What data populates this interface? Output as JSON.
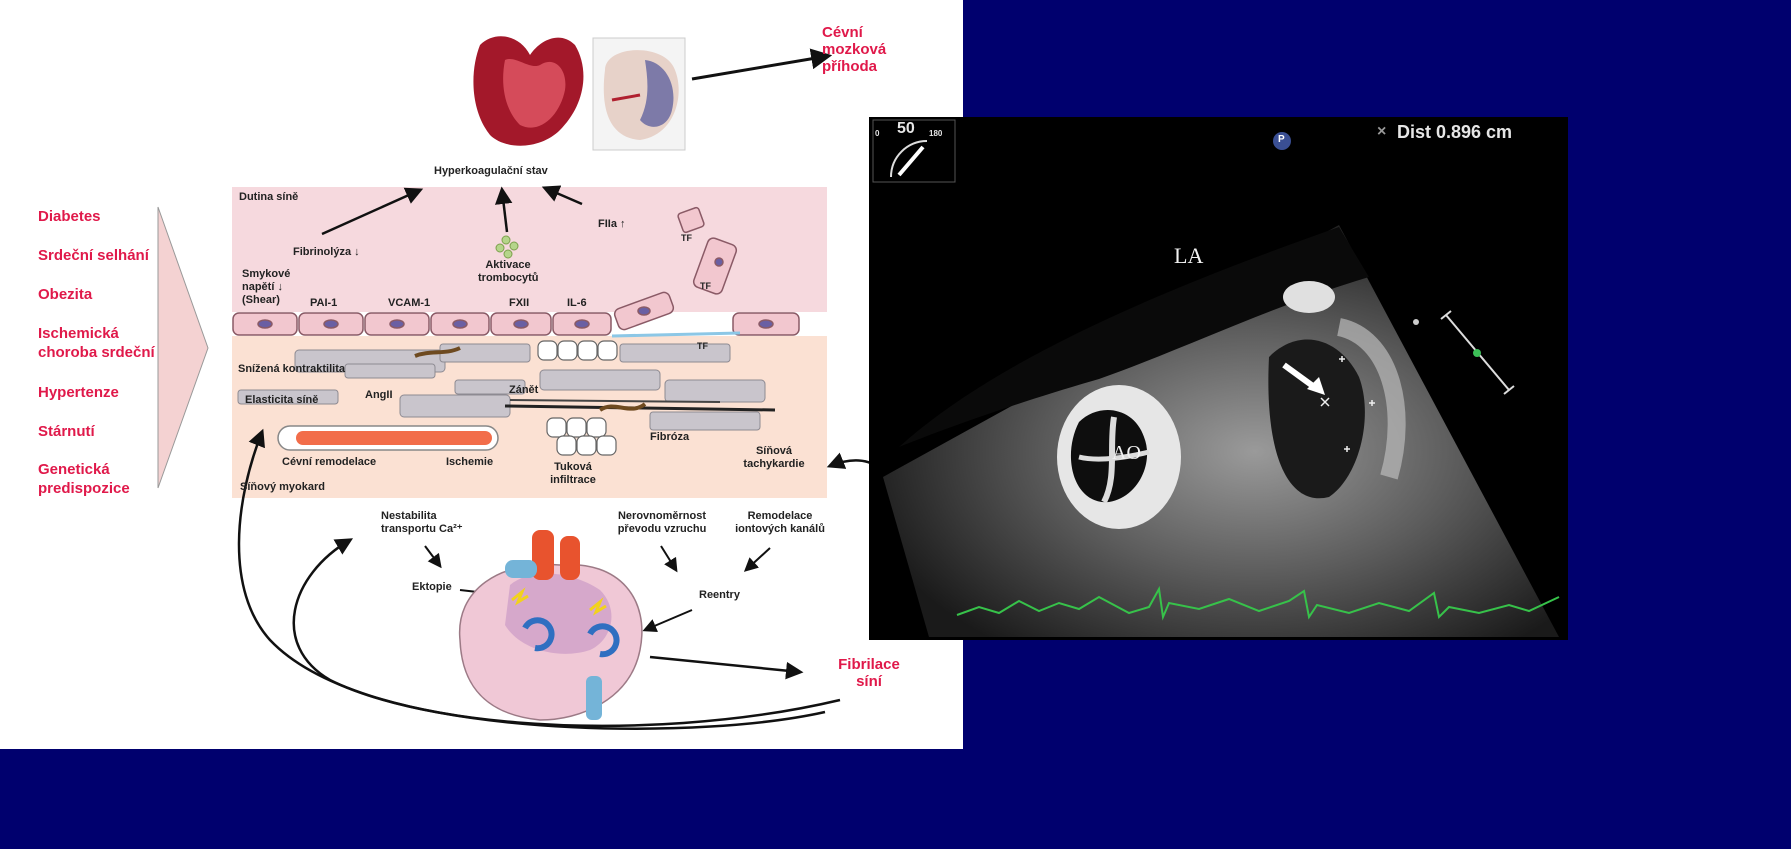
{
  "diagram": {
    "top_right_label": "Cévní mozková příhoda",
    "top_right_lines": [
      "Cévní",
      "mozková",
      "příhoda"
    ],
    "risk_factors": [
      {
        "text": "Diabetes"
      },
      {
        "text": "Srdeční selhání"
      },
      {
        "text": "Obezita"
      },
      {
        "text": "Ischemická choroba srdeční",
        "lines": [
          "Ischemická",
          "choroba srdeční"
        ]
      },
      {
        "text": "Hypertenze"
      },
      {
        "text": "Stárnutí"
      },
      {
        "text": "Genetická predispozice",
        "lines": [
          "Genetická",
          "predispozice"
        ]
      }
    ],
    "hypercoag": "Hyperkoagulační stav",
    "atrial_cavity": "Dutina síně",
    "fibrinolysis": "Fibrinolýza ↓",
    "fiia": "FIIa ↑",
    "tf": "TF",
    "platelet_activation_lines": [
      "Aktivace",
      "trombocytů"
    ],
    "shear_lines": [
      "Smykové",
      "napětí ↓",
      "(Shear)"
    ],
    "endothelial_markers": [
      "PAI-1",
      "VCAM-1",
      "FXII",
      "IL-6"
    ],
    "reduced_contractility": "Snížená kontraktilita",
    "angii": "AngII",
    "inflammation": "Zánět",
    "elasticity": "Elasticita síně",
    "fibrosis": "Fibróza",
    "vascular_remodeling": "Cévní remodelace",
    "ischemia": "Ischemie",
    "fatty_infiltration_lines": [
      "Tuková",
      "infiltrace"
    ],
    "atrial_tachy_lines": [
      "Síňová",
      "tachykardie"
    ],
    "atrial_myocardium": "Síňový myokard",
    "ca_instability_lines": [
      "Nestabilita",
      "transportu Ca²⁺"
    ],
    "conduction_lines": [
      "Nerovnoměrnost",
      "převodu vzruchu"
    ],
    "ion_remodel_lines": [
      "Remodelace",
      "iontových kanálů"
    ],
    "ectopy": "Ektopie",
    "reentry": "Reentry",
    "af_lines": [
      "Fibrilace",
      "síní"
    ]
  },
  "echo": {
    "angle": "50",
    "scale_min": "0",
    "scale_max": "180",
    "measurement": "Dist 0.896 cm",
    "marker_x": "×",
    "la_label": "LA",
    "ao_label": "AO",
    "probe_badge": "P"
  },
  "colors": {
    "background": "#00006e",
    "accent_red": "#e0194a",
    "atrial_cavity": "#f6d9de",
    "myocardium": "#fbe1d3",
    "ecg": "#37c24a"
  }
}
